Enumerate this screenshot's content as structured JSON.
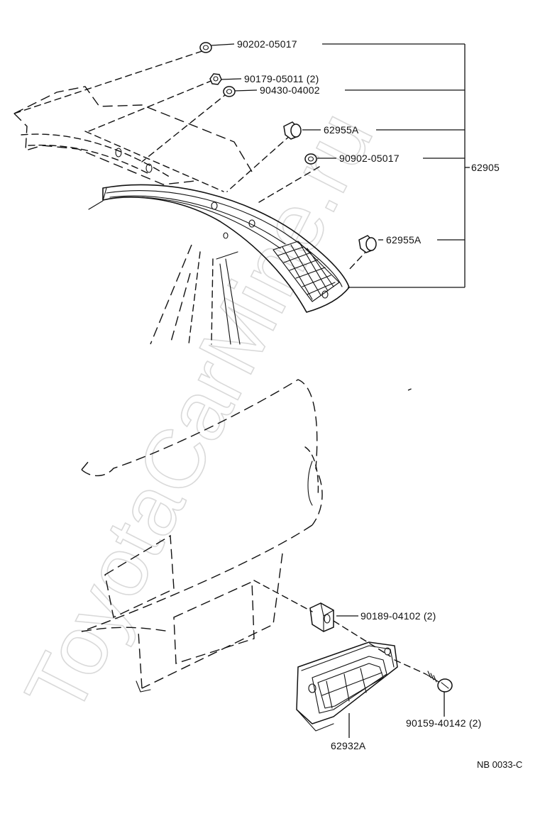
{
  "diagram": {
    "callouts": {
      "p1": "90202-05017",
      "p2": "90179-05011 (2)",
      "p3": "90430-04002",
      "p4": "62955A",
      "p5": "90902-05017",
      "p6": "62955A",
      "p7": "90189-04102 (2)",
      "p8": "90159-40142 (2)",
      "assembly": "62905",
      "grille": "62932A"
    },
    "drawing_code": "NB 0033-C",
    "watermark": "ToyotaCarMine.ru"
  }
}
